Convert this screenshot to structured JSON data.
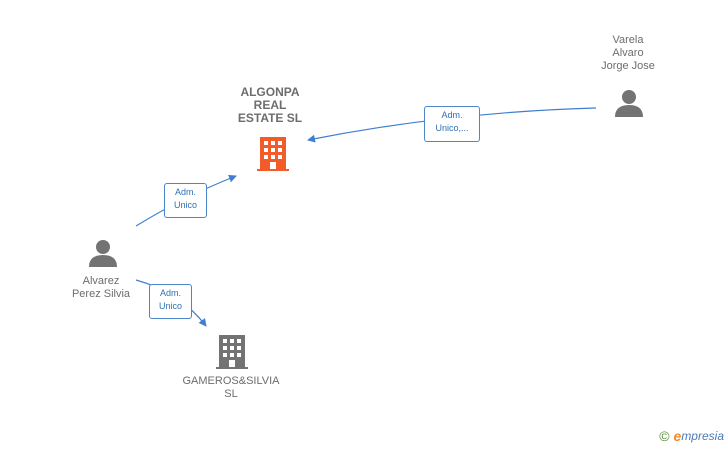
{
  "nodes": {
    "algonpa": {
      "lines": [
        "ALGONPA",
        "REAL",
        "ESTATE  SL"
      ],
      "type": "company",
      "color": "#f25c2a"
    },
    "varela": {
      "lines": [
        "Varela",
        "Alvaro",
        "Jorge Jose"
      ],
      "type": "person"
    },
    "alvarez": {
      "lines": [
        "Alvarez",
        "Perez Silvia"
      ],
      "type": "person"
    },
    "gameros": {
      "lines": [
        "GAMEROS&SILVIA",
        "SL"
      ],
      "type": "company",
      "color": "#737373"
    }
  },
  "edges": {
    "varela_algonpa": {
      "lines": [
        "Adm.",
        "Unico,..."
      ]
    },
    "alvarez_algonpa": {
      "lines": [
        "Adm.",
        "Unico"
      ]
    },
    "alvarez_gameros": {
      "lines": [
        "Adm.",
        "Unico"
      ]
    }
  },
  "colors": {
    "edge": "#3f7fd0",
    "person_icon": "#737373"
  },
  "footer": {
    "copyright_symbol": "©",
    "brand_first_letter": "e",
    "brand_rest": "mpresia"
  }
}
